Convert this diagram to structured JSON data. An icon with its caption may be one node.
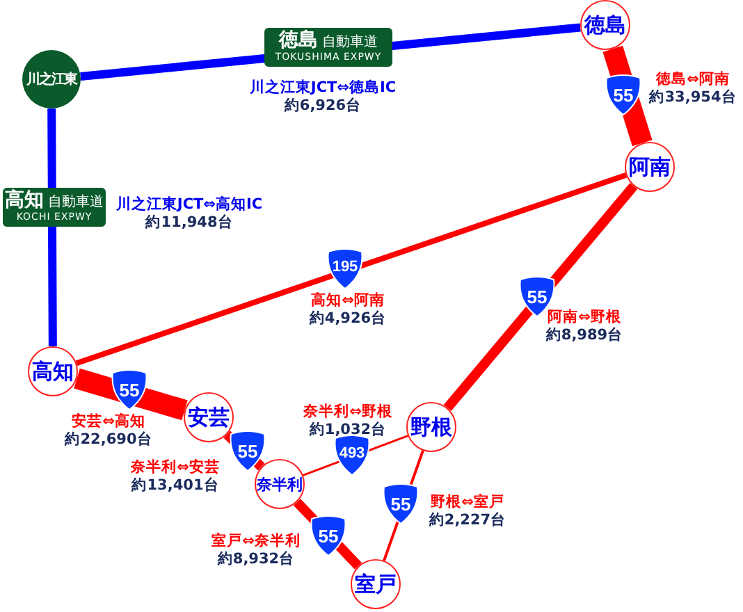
{
  "diagram": {
    "nodes": [
      {
        "text": [
          "徳島"
        ]
      },
      {
        "text": [
          "川之江東"
        ]
      },
      {
        "text": [
          "阿南"
        ]
      },
      {
        "text": [
          "高知"
        ]
      },
      {
        "text": [
          "安芸"
        ]
      },
      {
        "text": [
          "野根"
        ]
      },
      {
        "text": [
          "奈半利"
        ]
      },
      {
        "text": [
          "室戸"
        ]
      }
    ],
    "edges": [
      {
        "from": 1,
        "to": 0,
        "arrow": "none",
        "color": "#0000ff"
      },
      {
        "from": 1,
        "to": 3,
        "arrow": "none",
        "color": "#0000ff"
      },
      {
        "from": 0,
        "to": 2,
        "arrow": "none",
        "style": "thick"
      },
      {
        "from": 2,
        "to": 3,
        "arrow": "none"
      },
      {
        "from": 2,
        "to": 5,
        "arrow": "none"
      },
      {
        "from": 3,
        "to": 4,
        "arrow": "none",
        "style": "thick"
      },
      {
        "from": 4,
        "to": 6,
        "arrow": "none"
      },
      {
        "from": 6,
        "to": 7,
        "arrow": "none"
      },
      {
        "from": 6,
        "to": 5,
        "arrow": "none"
      },
      {
        "from": 5,
        "to": 7,
        "arrow": "none"
      }
    ],
    "labels": [
      "徳島",
      "自動車道",
      "TOKUSHIMA EXPWY",
      "川之江東JCT⇔徳島IC",
      "約6,926台",
      "徳島⇔阿南",
      "約33,954台",
      "55",
      "高知",
      "自動車道",
      "KOCHI EXPWY",
      "川之江東JCT⇔高知IC",
      "約11,948台",
      "195",
      "55",
      "高知⇔阿南",
      "約4,926台",
      "阿南⇔野根",
      "約8,989台",
      "55",
      "安芸⇔高知",
      "約22,690台",
      "奈半利⇔野根",
      "約1,032台",
      "55",
      "493",
      "奈半利⇔安芸",
      "約13,401台",
      "55",
      "野根⇔室戸",
      "約2,227台",
      "室戸⇔奈半利",
      "約8,932台",
      "55"
    ]
  }
}
